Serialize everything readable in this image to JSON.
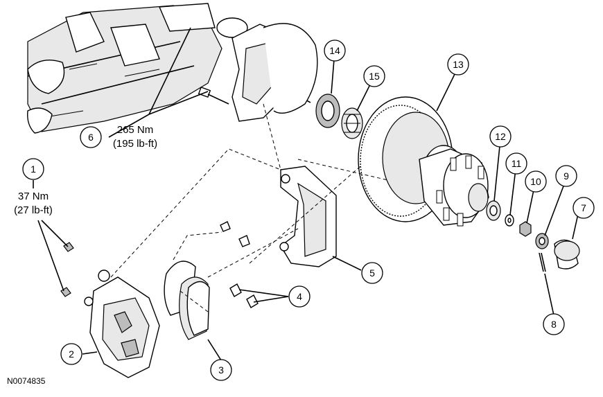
{
  "figure_id": "N0074835",
  "callouts": [
    "1",
    "2",
    "3",
    "4",
    "5",
    "6",
    "7",
    "8",
    "9",
    "10",
    "11",
    "12",
    "13",
    "14",
    "15"
  ],
  "torques": {
    "knuckle_nut": {
      "nm": "265 Nm",
      "lbft": "(195 lb-ft)"
    },
    "caliper_bolt": {
      "nm": "37 Nm",
      "lbft": "(27 lb-ft)"
    }
  }
}
